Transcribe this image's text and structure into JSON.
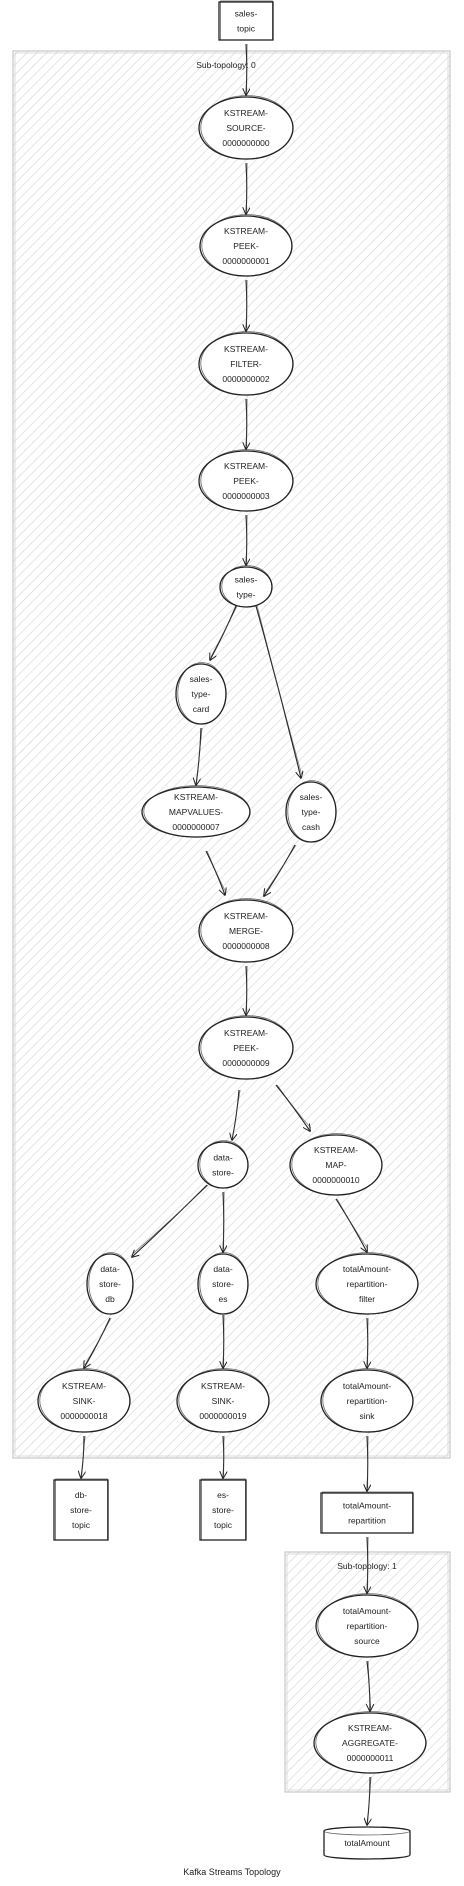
{
  "title": "Kafka Streams Topology",
  "clusters": [
    {
      "id": "sub0",
      "label": "Sub-topology: 0"
    },
    {
      "id": "sub1",
      "label": "Sub-topology: 1"
    }
  ],
  "nodes": [
    {
      "id": "sales-topic",
      "shape": "box",
      "lines": [
        "sales-",
        "topic"
      ]
    },
    {
      "id": "source",
      "shape": "ellipse",
      "lines": [
        "KSTREAM-",
        "SOURCE-",
        "0000000000"
      ]
    },
    {
      "id": "peek1",
      "shape": "ellipse",
      "lines": [
        "KSTREAM-",
        "PEEK-",
        "0000000001"
      ]
    },
    {
      "id": "filter2",
      "shape": "ellipse",
      "lines": [
        "KSTREAM-",
        "FILTER-",
        "0000000002"
      ]
    },
    {
      "id": "peek3",
      "shape": "ellipse",
      "lines": [
        "KSTREAM-",
        "PEEK-",
        "0000000003"
      ]
    },
    {
      "id": "sales-type",
      "shape": "ellipse",
      "lines": [
        "sales-",
        "type-"
      ]
    },
    {
      "id": "sales-type-card",
      "shape": "ellipse",
      "lines": [
        "sales-",
        "type-",
        "card"
      ]
    },
    {
      "id": "mapvalues7",
      "shape": "ellipse",
      "lines": [
        "KSTREAM-",
        "MAPVALUES-",
        "0000000007"
      ]
    },
    {
      "id": "sales-type-cash",
      "shape": "ellipse",
      "lines": [
        "sales-",
        "type-",
        "cash"
      ]
    },
    {
      "id": "merge8",
      "shape": "ellipse",
      "lines": [
        "KSTREAM-",
        "MERGE-",
        "0000000008"
      ]
    },
    {
      "id": "peek9",
      "shape": "ellipse",
      "lines": [
        "KSTREAM-",
        "PEEK-",
        "0000000009"
      ]
    },
    {
      "id": "data-store",
      "shape": "ellipse",
      "lines": [
        "data-",
        "store-"
      ]
    },
    {
      "id": "map10",
      "shape": "ellipse",
      "lines": [
        "KSTREAM-",
        "MAP-",
        "0000000010"
      ]
    },
    {
      "id": "data-store-db",
      "shape": "ellipse",
      "lines": [
        "data-",
        "store-",
        "db"
      ]
    },
    {
      "id": "data-store-es",
      "shape": "ellipse",
      "lines": [
        "data-",
        "store-",
        "es"
      ]
    },
    {
      "id": "repartition-filter",
      "shape": "ellipse",
      "lines": [
        "totalAmount-",
        "repartition-",
        "filter"
      ]
    },
    {
      "id": "sink18",
      "shape": "ellipse",
      "lines": [
        "KSTREAM-",
        "SINK-",
        "0000000018"
      ]
    },
    {
      "id": "sink19",
      "shape": "ellipse",
      "lines": [
        "KSTREAM-",
        "SINK-",
        "0000000019"
      ]
    },
    {
      "id": "repartition-sink",
      "shape": "ellipse",
      "lines": [
        "totalAmount-",
        "repartition-",
        "sink"
      ]
    },
    {
      "id": "db-store-topic",
      "shape": "box",
      "lines": [
        "db-",
        "store-",
        "topic"
      ]
    },
    {
      "id": "es-store-topic",
      "shape": "box",
      "lines": [
        "es-",
        "store-",
        "topic"
      ]
    },
    {
      "id": "repartition-topic",
      "shape": "box",
      "lines": [
        "totalAmount-",
        "repartition"
      ]
    },
    {
      "id": "repartition-source",
      "shape": "ellipse",
      "lines": [
        "totalAmount-",
        "repartition-",
        "source"
      ]
    },
    {
      "id": "aggregate11",
      "shape": "ellipse",
      "lines": [
        "KSTREAM-",
        "AGGREGATE-",
        "0000000011"
      ]
    },
    {
      "id": "totalAmount",
      "shape": "cylinder",
      "lines": [
        "totalAmount"
      ]
    }
  ],
  "edges": [
    {
      "from": "sales-topic",
      "to": "source"
    },
    {
      "from": "source",
      "to": "peek1"
    },
    {
      "from": "peek1",
      "to": "filter2"
    },
    {
      "from": "filter2",
      "to": "peek3"
    },
    {
      "from": "peek3",
      "to": "sales-type"
    },
    {
      "from": "sales-type",
      "to": "sales-type-card"
    },
    {
      "from": "sales-type",
      "to": "sales-type-cash"
    },
    {
      "from": "sales-type-card",
      "to": "mapvalues7"
    },
    {
      "from": "mapvalues7",
      "to": "merge8"
    },
    {
      "from": "sales-type-cash",
      "to": "merge8"
    },
    {
      "from": "merge8",
      "to": "peek9"
    },
    {
      "from": "peek9",
      "to": "data-store"
    },
    {
      "from": "peek9",
      "to": "map10"
    },
    {
      "from": "data-store",
      "to": "data-store-db"
    },
    {
      "from": "data-store",
      "to": "data-store-es"
    },
    {
      "from": "map10",
      "to": "repartition-filter"
    },
    {
      "from": "data-store-db",
      "to": "sink18"
    },
    {
      "from": "data-store-es",
      "to": "sink19"
    },
    {
      "from": "repartition-filter",
      "to": "repartition-sink"
    },
    {
      "from": "sink18",
      "to": "db-store-topic"
    },
    {
      "from": "sink19",
      "to": "es-store-topic"
    },
    {
      "from": "repartition-sink",
      "to": "repartition-topic"
    },
    {
      "from": "repartition-topic",
      "to": "repartition-source"
    },
    {
      "from": "repartition-source",
      "to": "aggregate11"
    },
    {
      "from": "aggregate11",
      "to": "totalAmount"
    }
  ]
}
